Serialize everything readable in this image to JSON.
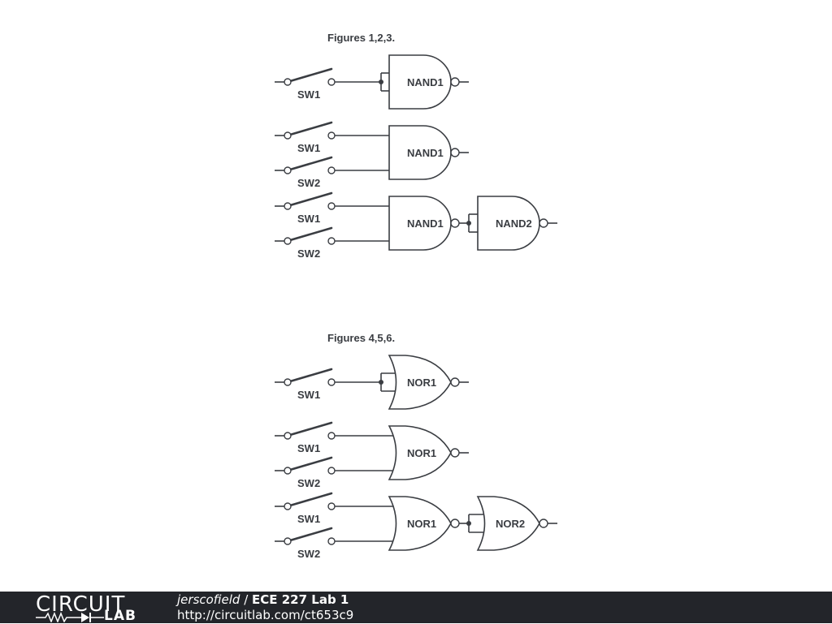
{
  "figures": [
    {
      "title": "Figures 1,2,3.",
      "gate_type": "NAND",
      "circuits": [
        {
          "switches": [
            "SW1"
          ],
          "gates": [
            "NAND1"
          ]
        },
        {
          "switches": [
            "SW1",
            "SW2"
          ],
          "gates": [
            "NAND1"
          ]
        },
        {
          "switches": [
            "SW1",
            "SW2"
          ],
          "gates": [
            "NAND1",
            "NAND2"
          ]
        }
      ]
    },
    {
      "title": "Figures 4,5,6.",
      "gate_type": "NOR",
      "circuits": [
        {
          "switches": [
            "SW1"
          ],
          "gates": [
            "NOR1"
          ]
        },
        {
          "switches": [
            "SW1",
            "SW2"
          ],
          "gates": [
            "NOR1"
          ]
        },
        {
          "switches": [
            "SW1",
            "SW2"
          ],
          "gates": [
            "NOR1",
            "NOR2"
          ]
        }
      ]
    }
  ],
  "footer": {
    "logo_top": "CIRCUIT",
    "logo_bottom": "LAB",
    "author": "jerscofield",
    "separator": " / ",
    "project": "ECE 227 Lab 1",
    "url": "http://circuitlab.com/ct653c9",
    "colors": {
      "background": "#23252a",
      "text": "#ffffff"
    }
  },
  "colors": {
    "ink": "#3a3d42",
    "background": "#ffffff"
  }
}
